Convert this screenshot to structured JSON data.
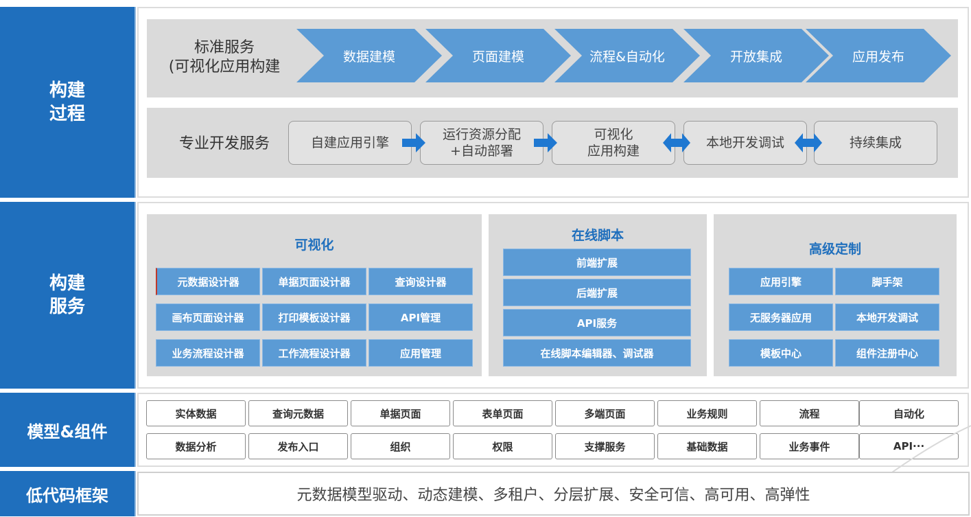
{
  "layers": {
    "build_process": {
      "label_line1": "构建",
      "label_line2": "过程"
    },
    "build_service": {
      "label_line1": "构建",
      "label_line2": "服务"
    },
    "model_component": {
      "label": "模型&组件"
    },
    "framework": {
      "label": "低代码框架"
    }
  },
  "standard_service": {
    "label_line1": "标准服务",
    "label_line2": "(可视化应用构建",
    "steps": [
      "数据建模",
      "页面建模",
      "流程&自动化",
      "开放集成",
      "应用发布"
    ]
  },
  "pro_service": {
    "label": "专业开发服务",
    "steps": [
      {
        "line1": "自建应用引擎",
        "line2": ""
      },
      {
        "line1": "运行资源分配",
        "line2": "+自动部署"
      },
      {
        "line1": "可视化",
        "line2": "应用构建"
      },
      {
        "line1": "本地开发调试",
        "line2": ""
      },
      {
        "line1": "持续集成",
        "line2": ""
      }
    ]
  },
  "visual": {
    "title": "可视化",
    "rows": [
      [
        "元数据设计器",
        "单据页面设计器",
        "查询设计器"
      ],
      [
        "画布页面设计器",
        "打印模板设计器",
        "API管理"
      ],
      [
        "业务流程设计器",
        "工作流程设计器",
        "应用管理"
      ]
    ]
  },
  "online_script": {
    "title": "在线脚本",
    "items": [
      "前端扩展",
      "后端扩展",
      "API服务",
      "在线脚本编辑器、调试器"
    ]
  },
  "advanced": {
    "title": "高级定制",
    "rows": [
      [
        "应用引擎",
        "脚手架"
      ],
      [
        "无服务器应用",
        "本地开发调试"
      ],
      [
        "模板中心",
        "组件注册中心"
      ]
    ]
  },
  "models": {
    "row1": [
      "实体数据",
      "查询元数据",
      "单据页面",
      "表单页面",
      "多端页面",
      "业务规则",
      "流程",
      "自动化"
    ],
    "row2": [
      "数据分析",
      "发布入口",
      "组织",
      "权限",
      "支撑服务",
      "基础数据",
      "业务事件",
      "API···"
    ]
  },
  "framework_text": "元数据模型驱动、动态建模、多租户、分层扩展、安全可信、高可用、高弹性",
  "colors": {
    "sidebar": "#1f6fbd",
    "chevron": "#5b9bd5",
    "button": "#5b9bd5",
    "title_blue": "#1f6fbd",
    "panel_gray": "#dadada"
  }
}
